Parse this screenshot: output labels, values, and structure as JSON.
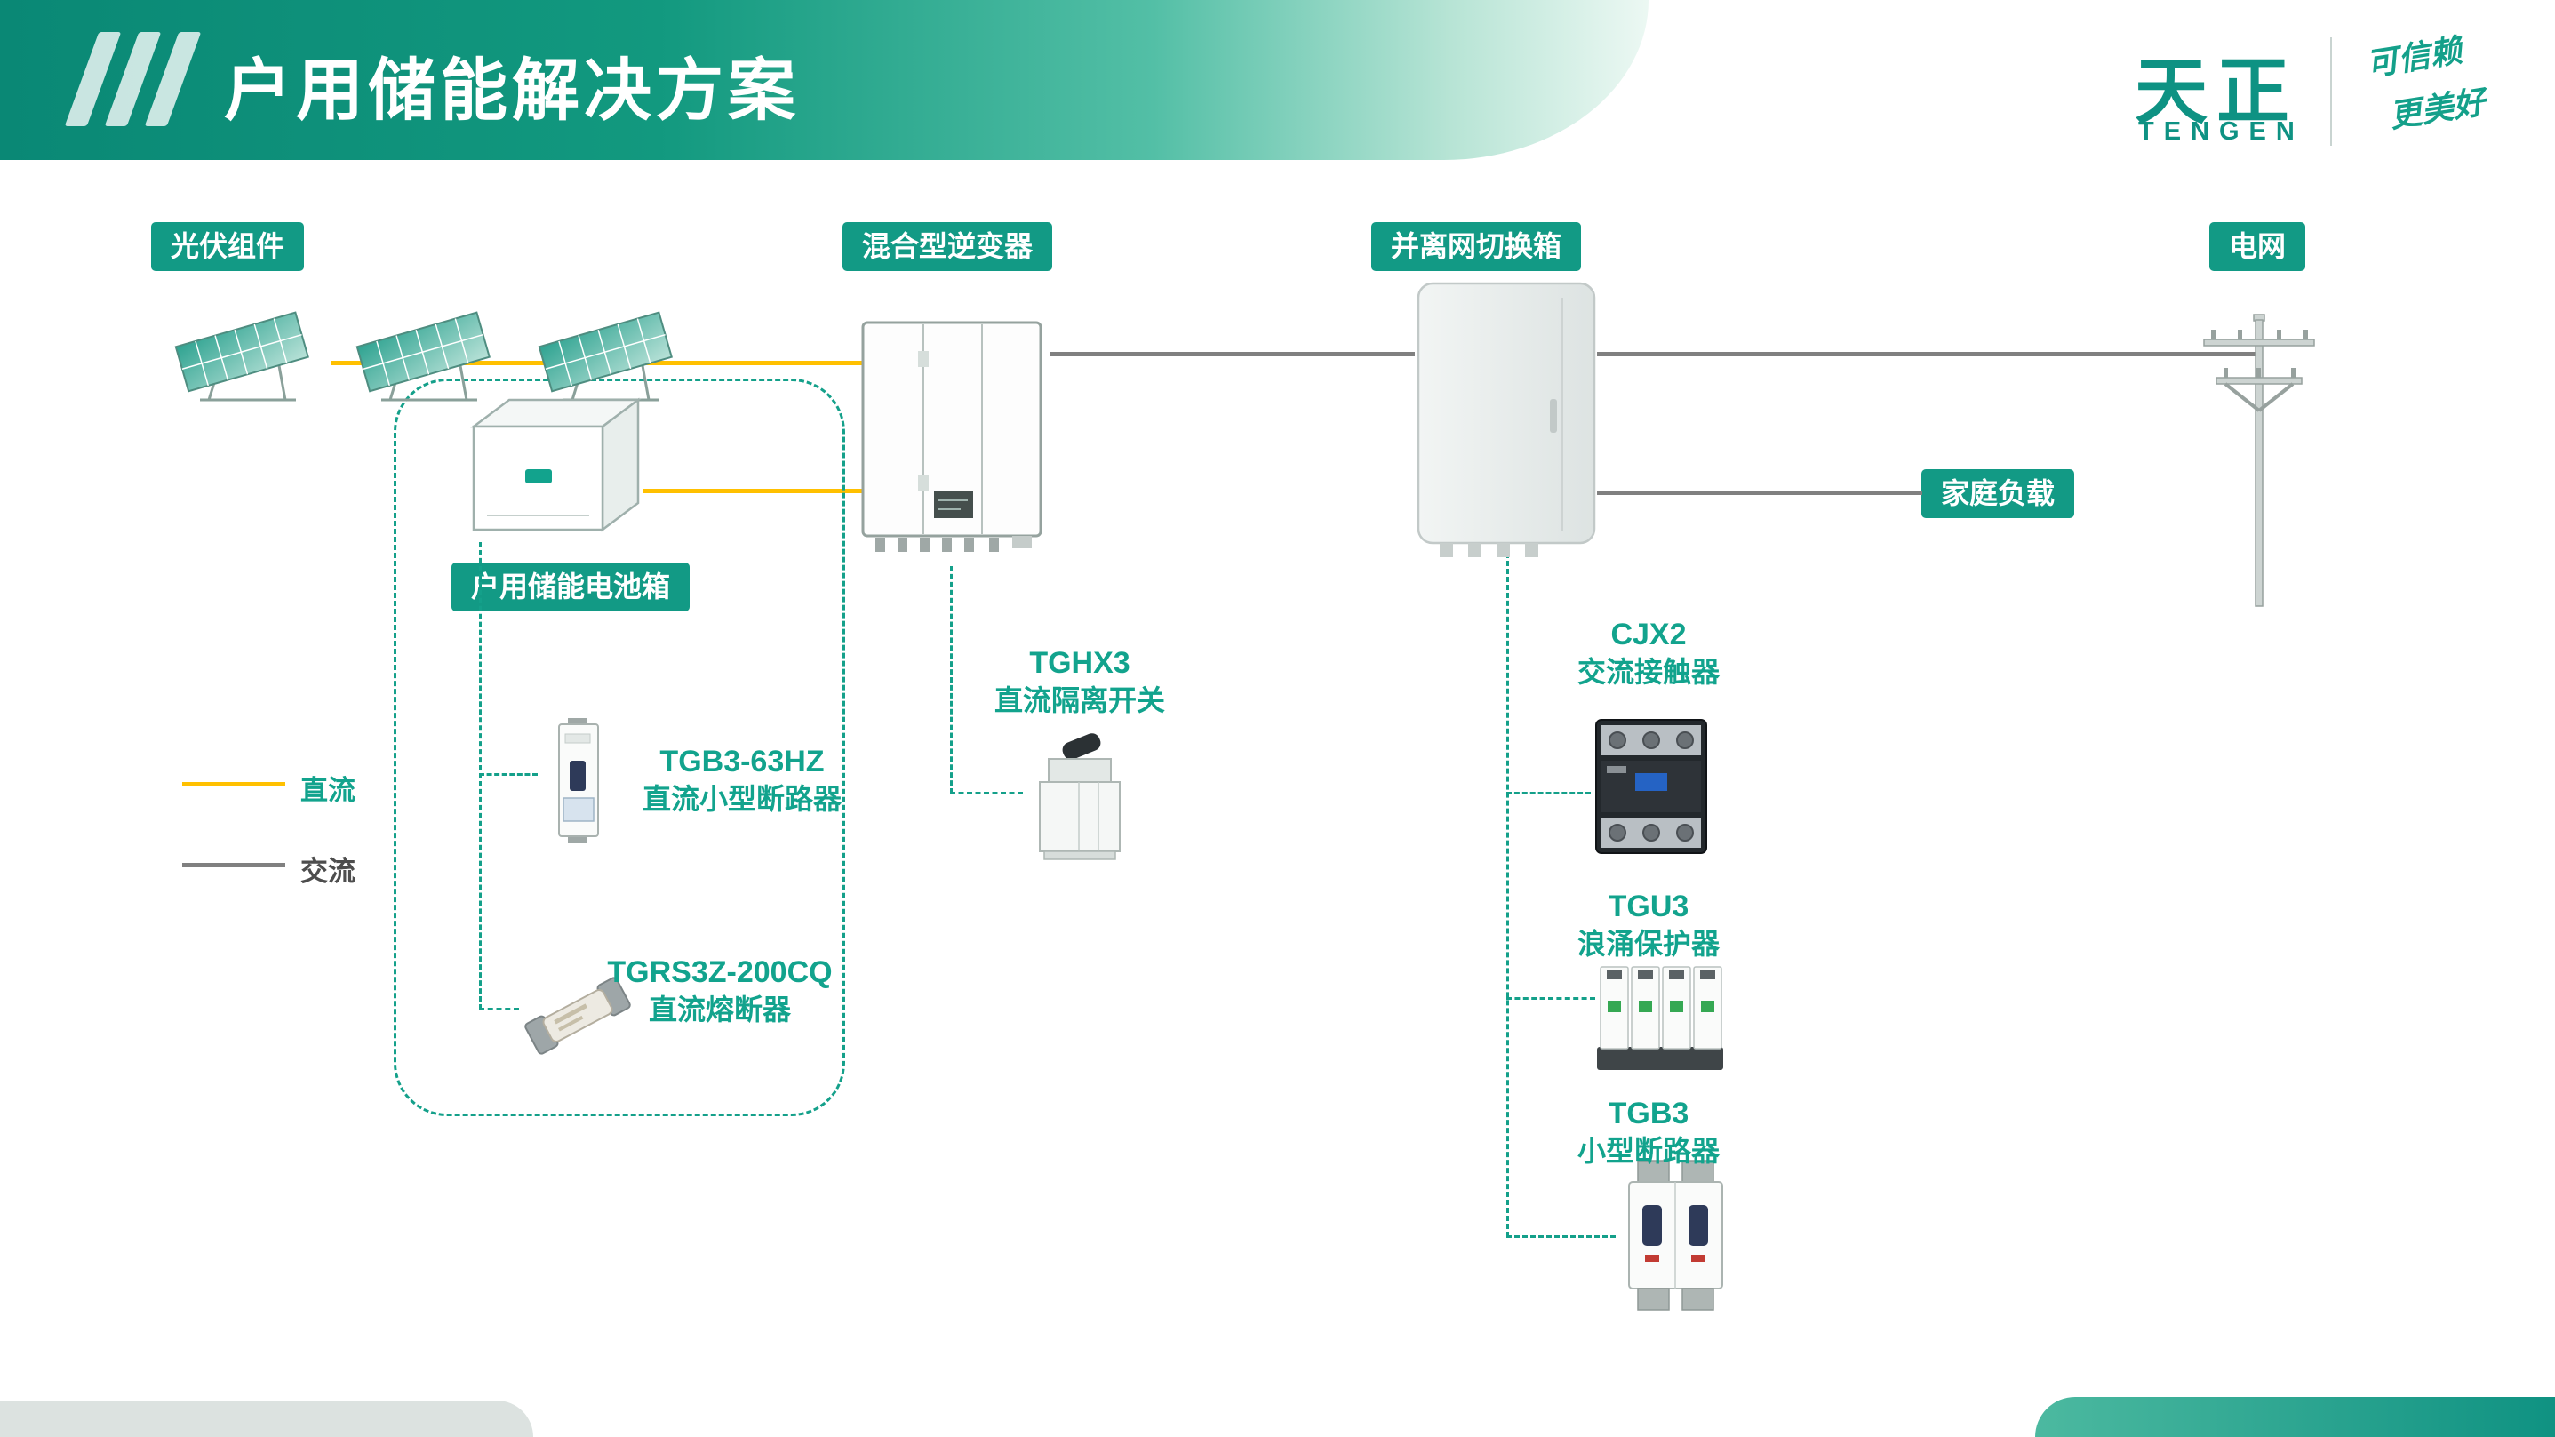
{
  "header": {
    "title": "户用储能解决方案",
    "brand_cn": "天正",
    "brand_en": "TENGEN",
    "slogan_line1": "可信赖",
    "slogan_line2": "更美好"
  },
  "labels": {
    "pv": "光伏组件",
    "inverter": "混合型逆变器",
    "transfer_box": "并离网切换箱",
    "grid": "电网",
    "home_load": "家庭负载",
    "battery_box": "户用储能电池箱"
  },
  "components": {
    "dc_switch": {
      "model": "TGHX3",
      "name": "直流隔离开关"
    },
    "ac_contactor": {
      "model": "CJX2",
      "name": "交流接触器"
    },
    "surge_protector": {
      "model": "TGU3",
      "name": "浪涌保护器"
    },
    "mcb": {
      "model": "TGB3",
      "name": "小型断路器"
    },
    "dc_mcb": {
      "model": "TGB3-63HZ",
      "name": "直流小型断路器"
    },
    "dc_fuse": {
      "model": "TGRS3Z-200CQ",
      "name": "直流熔断器"
    }
  },
  "legend": {
    "dc": "直流",
    "ac": "交流"
  },
  "colors": {
    "teal": "#12a38d",
    "dc_yellow": "#ffc000",
    "ac_gray": "#808080"
  }
}
